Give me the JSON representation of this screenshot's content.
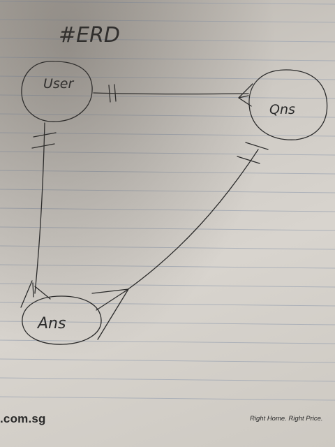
{
  "sketch": {
    "title": "#ERD",
    "entities": {
      "user": "User",
      "qns": "Qns",
      "ans": "Ans"
    }
  },
  "footer": {
    "domain_fragment": ".com.sg",
    "tagline": "Right Home. Right Price."
  }
}
